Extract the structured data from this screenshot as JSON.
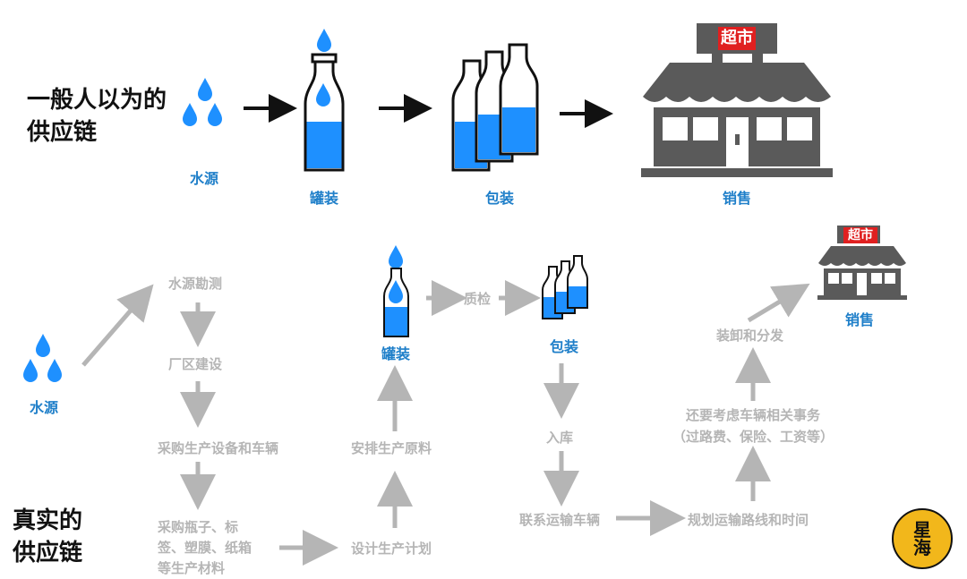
{
  "top": {
    "title_line1": "一般人以为的",
    "title_line2": "供应链",
    "stages": [
      "水源",
      "罐装",
      "包装",
      "销售"
    ],
    "store_sign": "超市"
  },
  "bottom": {
    "title_line1": "真实的",
    "title_line2": "供应链",
    "water_source": "水源",
    "step_survey": "水源勘测",
    "step_factory": "厂区建设",
    "step_equipment": "采购生产设备和车辆",
    "step_materials_1": "采购瓶子、标",
    "step_materials_2": "签、塑膜、纸箱",
    "step_materials_3": "等生产材料",
    "step_plan": "设计生产计划",
    "step_arrange": "安排生产原料",
    "step_bottling": "罐装",
    "step_qc": "质检",
    "step_packaging": "包装",
    "step_storage": "入库",
    "step_contact": "联系运输车辆",
    "step_route": "规划运输路线和时间",
    "step_affairs_1": "还要考虑车辆相关事务",
    "step_affairs_2": "（过路费、保险、工资等）",
    "step_loading": "装卸和分发",
    "step_sales": "销售",
    "store_sign": "超市"
  },
  "logo": {
    "chars": [
      "星",
      "海"
    ]
  },
  "colors": {
    "water": "#1e90ff",
    "arrow_gray": "#b5b5b5",
    "store_gray": "#5a5a5a",
    "sign_red": "#e02020"
  }
}
